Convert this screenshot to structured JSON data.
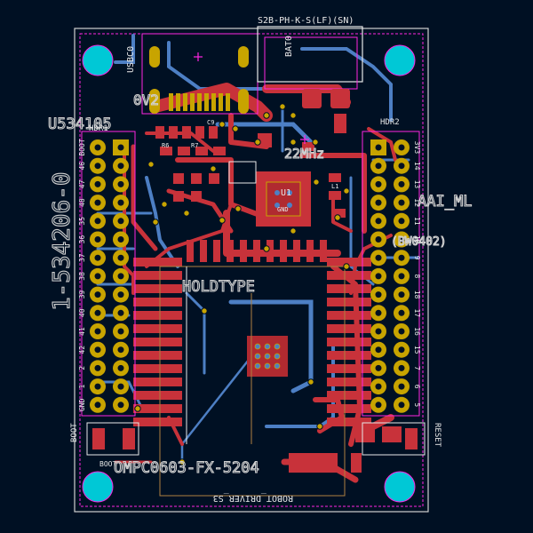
{
  "colors": {
    "background": "#001023",
    "front_copper": "#c8323a",
    "back_copper": "#4d7fc4",
    "pad": "#c8a400",
    "silkscreen": "#e8e8e8",
    "courtyard": "#ff26e2",
    "fab": "#b08040",
    "edge_cuts": "#d0d0d0",
    "mounting_hole": "#00c8d6"
  },
  "labels": {
    "connector_top": "S2B-PH-K-S(LF)(SN)",
    "usbc": "USBC0",
    "bat": "BAT0",
    "ref_u5": "U534105",
    "ref_big": "1-534206-0",
    "hdr1": "HDR1",
    "hdr2": "HDR2",
    "module_value": "HOLDTYPE",
    "module_sub": "OMPC0603-FX-5204",
    "board_name": "ROBOT_DRIVER_S3",
    "boot_btn": "BOOT",
    "boot_btn_2": "BOOT",
    "reset_btn": "RESET",
    "right_value": "AAI_ML",
    "right_value_2": "(BW0402)",
    "center_value": "22MHz",
    "mid_value_top": "0V2",
    "gnd": "GND",
    "ref_u1": "U1",
    "ref_r6": "R6",
    "ref_r7": "R7",
    "ref_c9": "C9",
    "ref_l1": "L1"
  },
  "left_header_pins": [
    "BOOT",
    "46",
    "47",
    "48",
    "35",
    "36",
    "37",
    "38",
    "39",
    "40",
    "41",
    "42",
    "2",
    "1",
    "GND"
  ],
  "right_header_pins": [
    "3V3",
    "14",
    "13",
    "12",
    "11",
    "10",
    "9",
    "8",
    "18",
    "17",
    "16",
    "15",
    "7",
    "6",
    "5"
  ]
}
